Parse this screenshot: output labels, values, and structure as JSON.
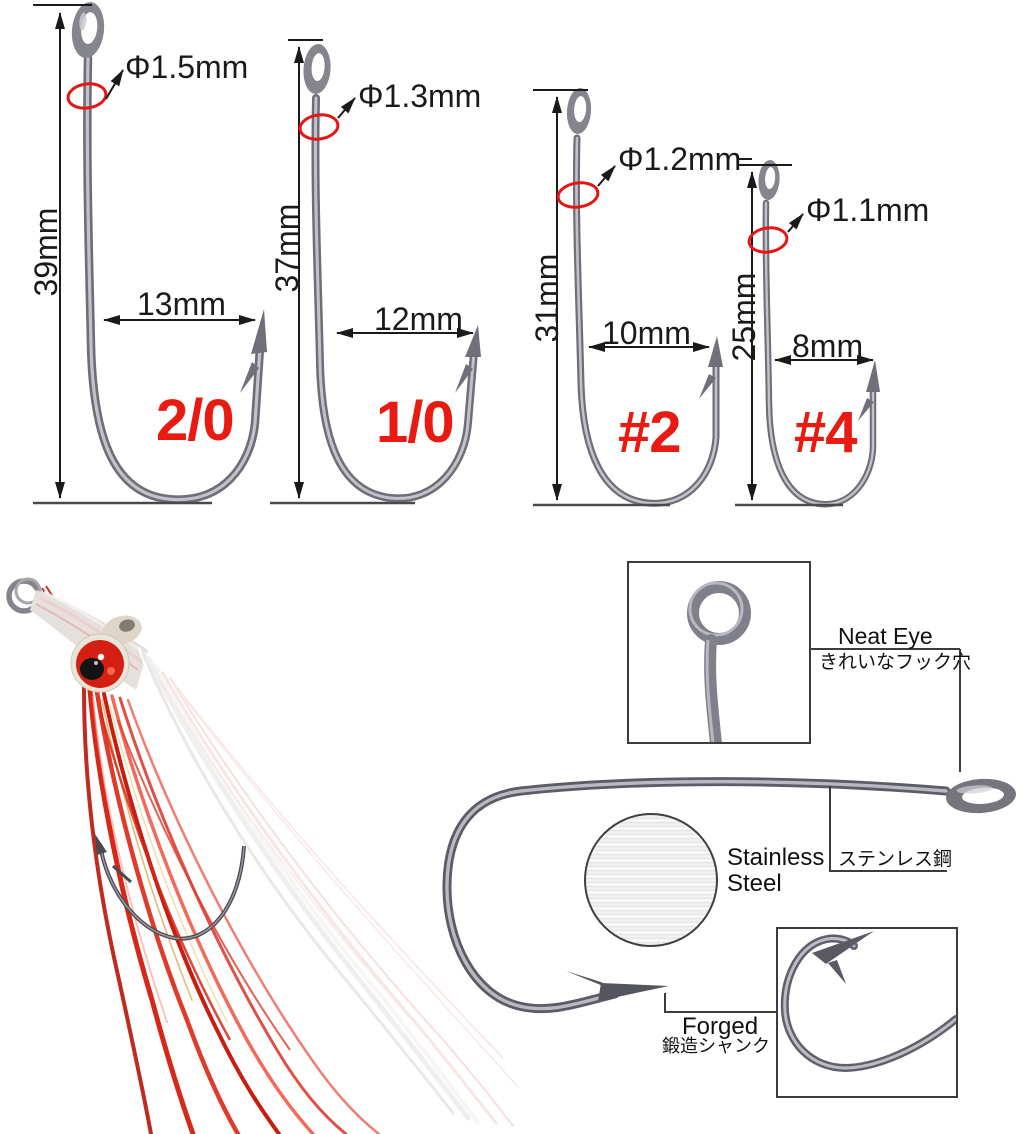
{
  "colors": {
    "accent_red": "#e81a12",
    "annotation_black": "#1a1a1a",
    "steel_gray": "#6e6e77",
    "box_border": "#3c3c3c"
  },
  "hooks": [
    {
      "size": "2/0",
      "length": "39mm",
      "gap": "13mm",
      "eye_diameter": "Φ1.5mm"
    },
    {
      "size": "1/0",
      "length": "37mm",
      "gap": "12mm",
      "eye_diameter": "Φ1.3mm"
    },
    {
      "size": "#2",
      "length": "31mm",
      "gap": "10mm",
      "eye_diameter": "Φ1.2mm"
    },
    {
      "size": "#4",
      "length": "25mm",
      "gap": "8mm",
      "eye_diameter": "Φ1.1mm"
    }
  ],
  "callouts": {
    "neat_eye": {
      "en": "Neat Eye",
      "jp": "きれいなフック穴"
    },
    "stainless": {
      "en_line1": "Stainless",
      "en_line2": "Steel",
      "jp": "ステンレス鋼"
    },
    "forged": {
      "en": "Forged",
      "jp": "鍛造シャンク"
    }
  }
}
